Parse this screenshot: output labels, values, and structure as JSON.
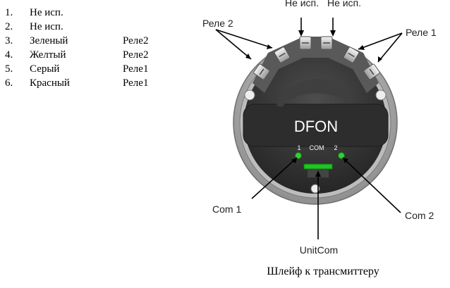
{
  "wires": [
    {
      "num": "1.",
      "color": "Не исп.",
      "relay": ""
    },
    {
      "num": "2.",
      "color": "Не исп.",
      "relay": ""
    },
    {
      "num": "3.",
      "color": "Зеленый",
      "relay": "Реле2"
    },
    {
      "num": "4.",
      "color": "Желтый",
      "relay": "Реле2"
    },
    {
      "num": "5.",
      "color": "Серый",
      "relay": "Реле1"
    },
    {
      "num": "6.",
      "color": "Красный",
      "relay": "Реле1"
    }
  ],
  "diagram": {
    "top_label_left": "Не исп.",
    "top_label_right": "Не исп.",
    "relay2_label": "Реле 2",
    "relay1_label": "Реле 1",
    "logo": "DFON",
    "led1_label": "1",
    "com_label": "COM",
    "led2_label": "2",
    "com1_label": "Com 1",
    "com2_label": "Com 2",
    "unitcom_label": "UnitCom"
  },
  "caption": "Шлейф к трансмиттеру",
  "colors": {
    "led": "#33cc33",
    "unitcom_connector": "#22c422",
    "device_body": "#3a3a3a",
    "outer_ring": "#a6a6a6"
  }
}
